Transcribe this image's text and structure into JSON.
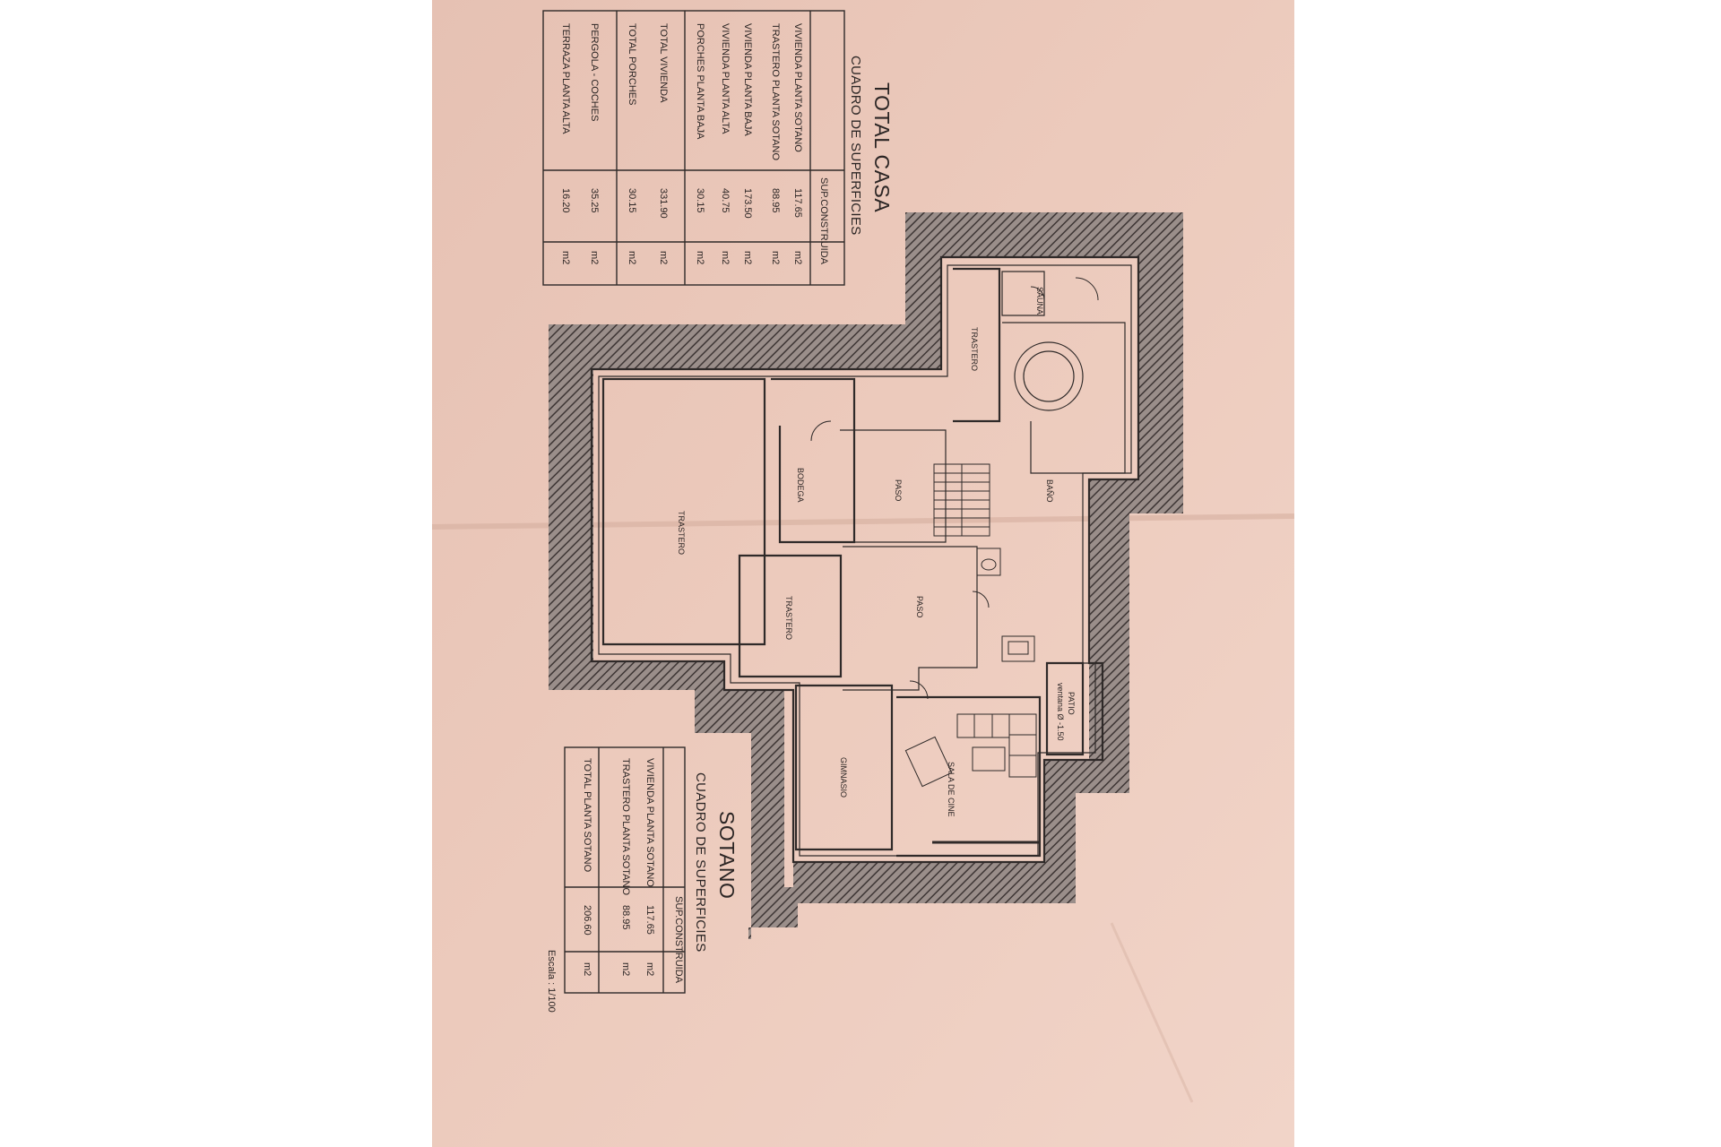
{
  "total_casa": {
    "title": "TOTAL CASA",
    "subtitle": "CUADRO DE SUPERFICIES",
    "column_header": "SUP.CONSTRUIDA",
    "rows": [
      {
        "label": "VIVIENDA PLANTA SOTANO",
        "value": "117.65",
        "unit": "m2"
      },
      {
        "label": "TRASTERO PLANTA SOTANO",
        "value": "88.95",
        "unit": "m2"
      },
      {
        "label": "VIVIENDA PLANTA BAJA",
        "value": "173.50",
        "unit": "m2"
      },
      {
        "label": "VIVIENDA PLANTA ALTA",
        "value": "40.75",
        "unit": "m2"
      },
      {
        "label": "PORCHES PLANTA BAJA",
        "value": "30.15",
        "unit": "m2"
      },
      {
        "label": "TOTAL VIVIENDA",
        "value": "331.90",
        "unit": "m2"
      },
      {
        "label": "TOTAL PORCHES",
        "value": "30.15",
        "unit": "m2"
      },
      {
        "label": "PERGOLA - COCHES",
        "value": "35.25",
        "unit": "m2"
      },
      {
        "label": "TERRAZA PLANTA ALTA",
        "value": "16.20",
        "unit": "m2"
      }
    ]
  },
  "sotano": {
    "title": "SOTANO",
    "subtitle": "CUADRO DE SUPERFICIES",
    "column_header": "SUP.CONSTRUIDA",
    "rows": [
      {
        "label": "VIVIENDA PLANTA SOTANO",
        "value": "117.65",
        "unit": "m2"
      },
      {
        "label": "TRASTERO PLANTA SOTANO",
        "value": "88.95",
        "unit": "m2"
      },
      {
        "label": "TOTAL PLANTA SOTANO",
        "value": "206.60",
        "unit": "m2"
      }
    ]
  },
  "scale": "Escala : 1/100",
  "rooms": {
    "sauna": "SAUNA",
    "trastero_top": "TRASTERO",
    "bano": "BAÑO",
    "bodega": "BODEGA",
    "paso_upper": "PASO",
    "trastero_large": "TRASTERO",
    "trastero_mid": "TRASTERO",
    "paso_lower": "PASO",
    "patio": "PATIO",
    "ventana": "ventana Ø -1.50",
    "sala_cine": "SALA DE CINE",
    "gimnasio": "GIMNASIO"
  },
  "colors": {
    "paper": "#ecc8b8",
    "ink": "#2f2a29",
    "hatch": "#7d716e"
  }
}
